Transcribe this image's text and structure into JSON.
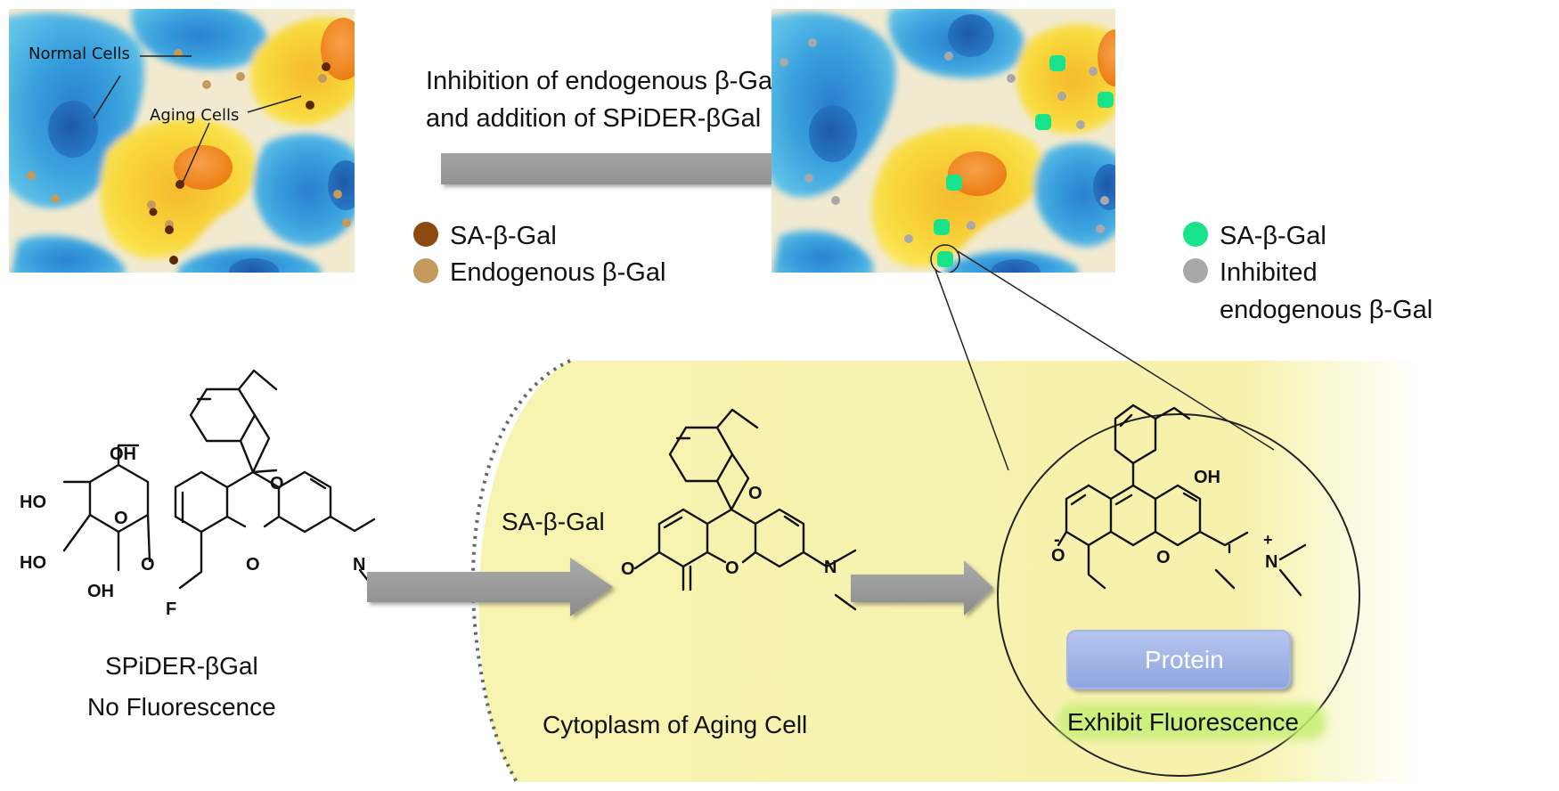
{
  "top_left_panel": {
    "label_normal_cells": "Normal Cells",
    "label_aging_cells": "Aging Cells"
  },
  "process_arrow": {
    "line1": "Inhibition of endogenous β-Gal",
    "line2": "and addition of SPiDER-βGal"
  },
  "legend_left": [
    {
      "label": "SA-β-Gal",
      "color": "#8a4a12"
    },
    {
      "label": "Endogenous β-Gal",
      "color": "#c49a5c"
    }
  ],
  "legend_right": [
    {
      "label": "SA-β-Gal",
      "color": "#19e38a"
    },
    {
      "label": "Inhibited",
      "label2": "endogenous β-Gal",
      "color": "#a8a8a8"
    }
  ],
  "molecule_left": {
    "name": "SPiDER-βGal",
    "property": "No Fluorescence",
    "atoms": {
      "oh_top": "OH",
      "ho_1": "HO",
      "ho_2": "HO",
      "oh_bottom": "OH",
      "o_ring": "O",
      "o_link": "O",
      "o_spiro": "O",
      "o_xanth": "O",
      "n": "N",
      "f": "F"
    }
  },
  "enzyme_label": "SA-β-Gal",
  "cytoplasm_label": "Cytoplasm of Aging Cell",
  "molecule_mid": {
    "atoms": {
      "o_keto": "O",
      "o_spiro": "O",
      "o_xanth": "O",
      "n": "N"
    }
  },
  "molecule_right": {
    "atoms": {
      "oh": "OH",
      "o_minus": "O",
      "minus": "-",
      "o_xanth": "O",
      "n": "N",
      "plus": "+"
    }
  },
  "protein_label": "Protein",
  "fluorescence_label": "Exhibit Fluorescence"
}
